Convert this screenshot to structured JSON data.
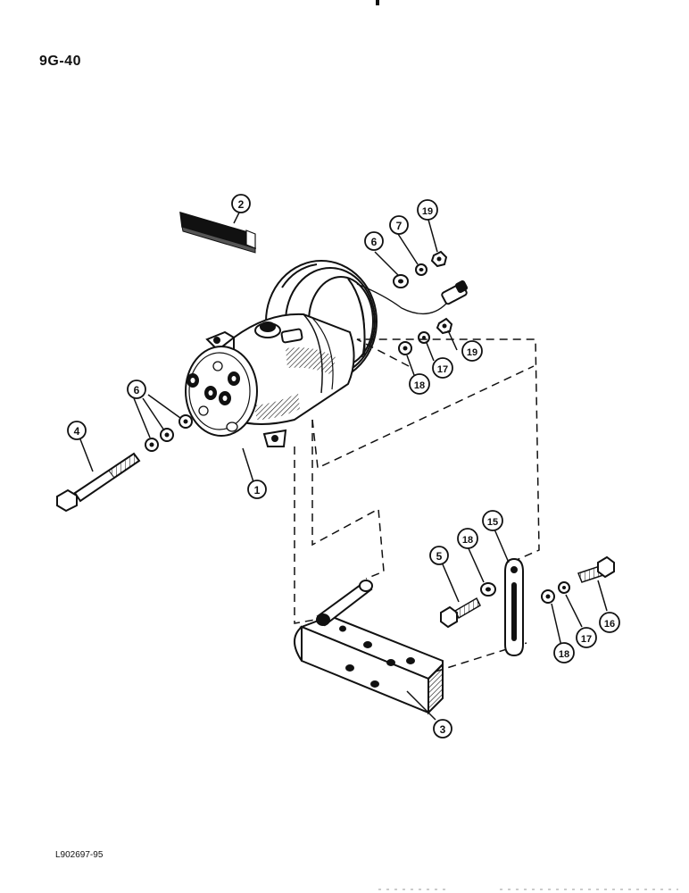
{
  "page": {
    "number": "9G-40",
    "figure_id": "L902697-95"
  },
  "callouts": {
    "c1": "1",
    "c2": "2",
    "c3": "3",
    "c4": "4",
    "c5": "5",
    "c6a": "6",
    "c6b": "6",
    "c7": "7",
    "c15": "15",
    "c16": "16",
    "c17a": "17",
    "c17b": "17",
    "c18a": "18",
    "c18b": "18",
    "c18c": "18",
    "c19a": "19",
    "c19b": "19"
  },
  "colors": {
    "ink": "#111111",
    "paper": "#ffffff",
    "shade": "#c8c8c8"
  }
}
